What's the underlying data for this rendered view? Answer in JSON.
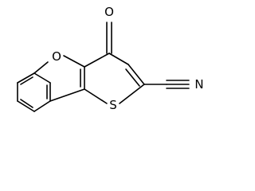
{
  "molecule": {
    "atoms": {
      "oxygen_carbonyl": "O",
      "oxygen_furan": "O",
      "sulfur": "S",
      "nitrogen": "N"
    }
  },
  "colors": {
    "bond": "#000000",
    "label": "#000000",
    "background": "#ffffff"
  }
}
